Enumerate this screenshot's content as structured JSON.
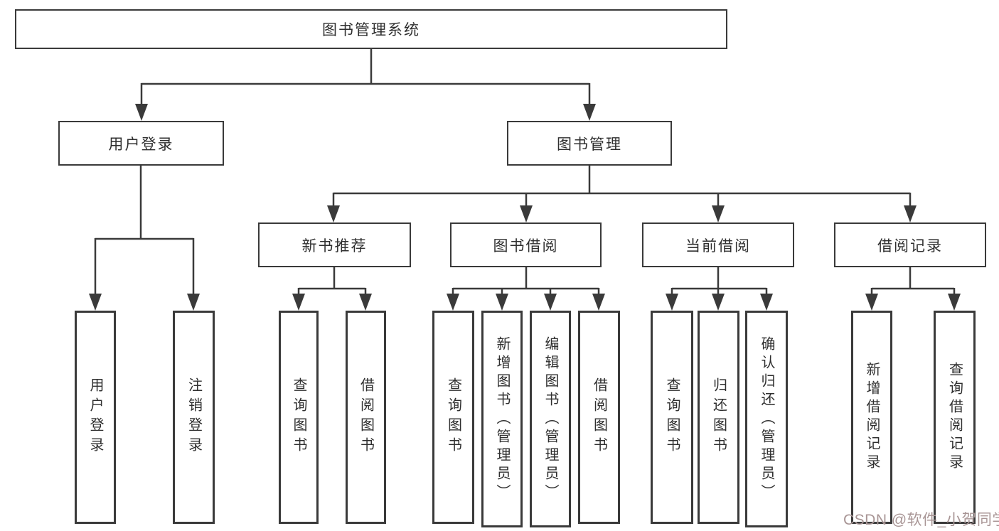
{
  "diagram": {
    "title": "图书管理系统",
    "root": {
      "label": "图书管理系统"
    },
    "branches": [
      {
        "label": "用户登录",
        "children": [
          {
            "label": "用户登录"
          },
          {
            "label": "注销登录"
          }
        ]
      },
      {
        "label": "图书管理",
        "sections": [
          {
            "label": "新书推荐",
            "children": [
              {
                "label": "查询图书"
              },
              {
                "label": "借阅图书"
              }
            ]
          },
          {
            "label": "图书借阅",
            "children": [
              {
                "label": "查询图书"
              },
              {
                "label": "新增图书（管理员）"
              },
              {
                "label": "编辑图书（管理员）"
              },
              {
                "label": "借阅图书"
              }
            ]
          },
          {
            "label": "当前借阅",
            "children": [
              {
                "label": "查询图书"
              },
              {
                "label": "归还图书"
              },
              {
                "label": "确认归还（管理员）"
              }
            ]
          },
          {
            "label": "借阅记录",
            "children": [
              {
                "label": "新增借阅记录"
              },
              {
                "label": "查询借阅记录"
              }
            ]
          }
        ]
      }
    ]
  },
  "watermark": {
    "text": "CSDN @软件_小贺同学",
    "color": "#a89595"
  },
  "colors": {
    "line": "#3a3a3a",
    "box_border": "#3a3a3a",
    "box_fill": "#ffffff",
    "text": "#2f2f2f",
    "background": "#ffffff"
  }
}
